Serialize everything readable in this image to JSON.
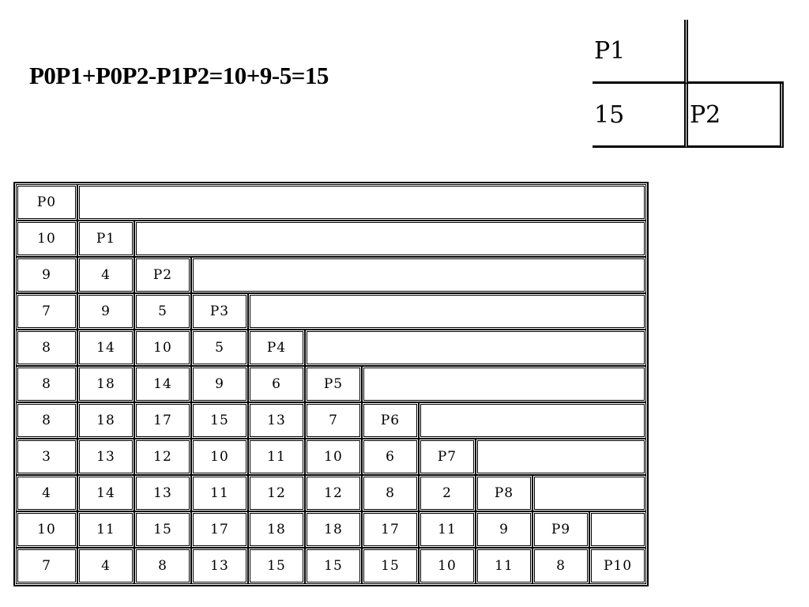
{
  "formula": "P0P1+P0P2-P1P2=10+9-5=15",
  "inset": {
    "rows": [
      [
        "P1",
        ""
      ],
      [
        "15",
        "P2"
      ]
    ]
  },
  "matrix": {
    "rows": [
      [
        "P0"
      ],
      [
        "10",
        "P1"
      ],
      [
        "9",
        "4",
        "P2"
      ],
      [
        "7",
        "9",
        "5",
        "P3"
      ],
      [
        "8",
        "14",
        "10",
        "5",
        "P4"
      ],
      [
        "8",
        "18",
        "14",
        "9",
        "6",
        "P5"
      ],
      [
        "8",
        "18",
        "17",
        "15",
        "13",
        "7",
        "P6"
      ],
      [
        "3",
        "13",
        "12",
        "10",
        "11",
        "10",
        "6",
        "P7"
      ],
      [
        "4",
        "14",
        "13",
        "11",
        "12",
        "12",
        "8",
        "2",
        "P8"
      ],
      [
        "10",
        "11",
        "15",
        "17",
        "18",
        "18",
        "17",
        "11",
        "9",
        "P9"
      ],
      [
        "7",
        "4",
        "8",
        "13",
        "15",
        "15",
        "15",
        "10",
        "11",
        "8",
        "P10"
      ]
    ]
  }
}
